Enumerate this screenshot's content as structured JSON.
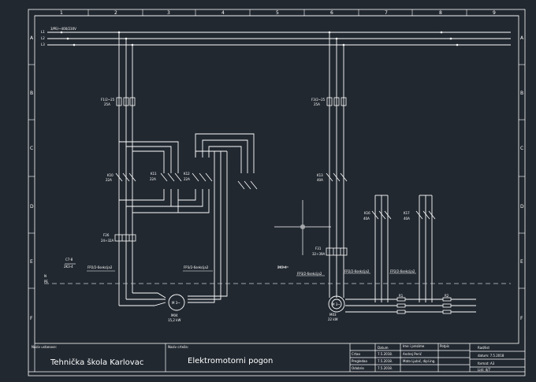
{
  "colors": {
    "background": "#212830",
    "line": "#ffffff",
    "dash": "#c8ccd2"
  },
  "grid": {
    "columns": [
      "1",
      "2",
      "3",
      "4",
      "5",
      "6",
      "7",
      "8",
      "9"
    ],
    "rows": [
      "A",
      "B",
      "C",
      "D",
      "E",
      "F"
    ]
  },
  "supply": {
    "label": "3/PE/~400/230V",
    "phases": [
      "L1",
      "L2",
      "L3"
    ]
  },
  "fuses": [
    {
      "name": "F1/2~25",
      "rating": "25A"
    },
    {
      "name": "F3/2~25",
      "rating": "25A"
    }
  ],
  "contactors": [
    {
      "name": "K10",
      "rating": "22A"
    },
    {
      "name": "K11",
      "rating": "22A"
    },
    {
      "name": "K12",
      "rating": "22A"
    },
    {
      "name": "K13",
      "rating": "40A"
    },
    {
      "name": "K16",
      "rating": "40A"
    },
    {
      "name": "K17",
      "rating": "40A"
    }
  ],
  "overloads": [
    {
      "name": "F26",
      "rating": "24÷32A"
    },
    {
      "name": "F31",
      "rating": "32÷39A"
    }
  ],
  "references": {
    "c1": "C7-8",
    "c2": "2K3-4",
    "c3": "2K3-4",
    "p1": "FP2/2-6sekcija2",
    "p2": "FP3/2-6sekcija2",
    "p3": "FP3/2-6sekcija2",
    "p4": "FP2/2-6sekcija2",
    "p5": "FP2/2-6sekcija2",
    "pe_label": "PE",
    "pe_marker": "N"
  },
  "motors": [
    {
      "name": "M04",
      "rating": "15,2 kW",
      "symbol": "M 3~"
    },
    {
      "name": "M03",
      "rating": "22 kW",
      "symbol": "M 3~"
    }
  ],
  "resistors": [
    "R1",
    "R2"
  ],
  "title_block": {
    "school_caption": "Naziv ustanove:",
    "school": "Tehnička škola Karlovac",
    "drawing_caption": "Naziv crteža:",
    "drawing": "Elektromotorni pogon",
    "dates_header": "Datum",
    "name_header": "Ime i prezime",
    "sign_header": "Potpis",
    "sheet_header": "Rad/list",
    "rows": [
      {
        "label": "Crtao",
        "date": "7.5.2018.",
        "name": "Andrej Perić"
      },
      {
        "label": "Pregledao",
        "date": "7.5.2018.",
        "name": "Mato Ljubić, dipl.ing."
      },
      {
        "label": "Odobrio",
        "date": "7.5.2018.",
        "name": ""
      }
    ],
    "sheet_lines": [
      "datum: 7.5.2018",
      "format: A3",
      "List: 4/7"
    ]
  }
}
